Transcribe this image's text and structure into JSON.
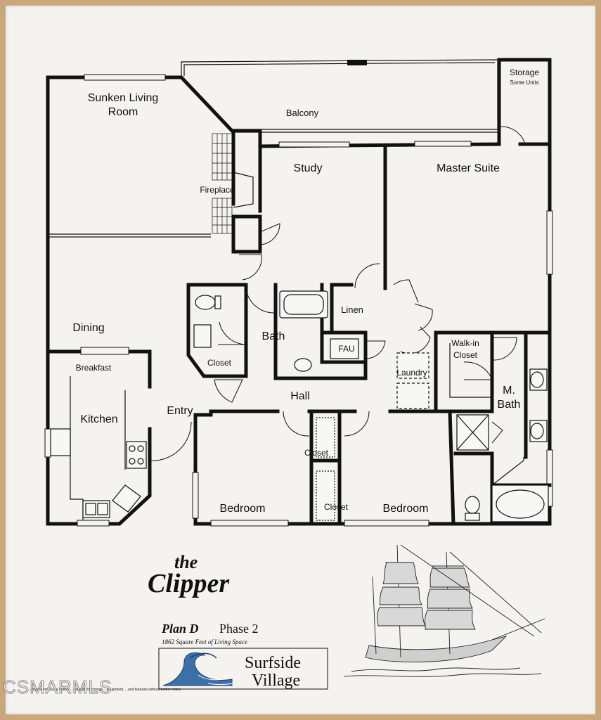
{
  "rooms": {
    "sunken_living": [
      "Sunken Living",
      "Room"
    ],
    "balcony": "Balcony",
    "storage": "Storage",
    "storage_note": "Some Units",
    "study": "Study",
    "master_suite": "Master Suite",
    "fireplace": "Fireplace",
    "linen": "Linen",
    "dining": "Dining",
    "bath": "Bath",
    "fau": "FAU",
    "walk_in_closet": [
      "Walk-in",
      "Closet"
    ],
    "closet_bath": "Closet",
    "breakfast": "Breakfast",
    "laundry": "Laundry",
    "m_bath": [
      "M.",
      "Bath"
    ],
    "hall": "Hall",
    "kitchen": "Kitchen",
    "entry": "Entry",
    "closet_upper": "Closet",
    "closet_lower": "Closet",
    "bedroom_left": "Bedroom",
    "bedroom_right": "Bedroom"
  },
  "title": {
    "the": "the",
    "name": "Clipper",
    "plan": "Plan D",
    "phase": "Phase 2",
    "area": "1862 Square Feet of Living Space"
  },
  "logo": {
    "line1": "Surfside",
    "line2": "Village"
  },
  "disclaimer": "...improvement, the builder ...the right to change ...equipment, ...and features without further notice.",
  "watermark": "CSMARMLS"
}
